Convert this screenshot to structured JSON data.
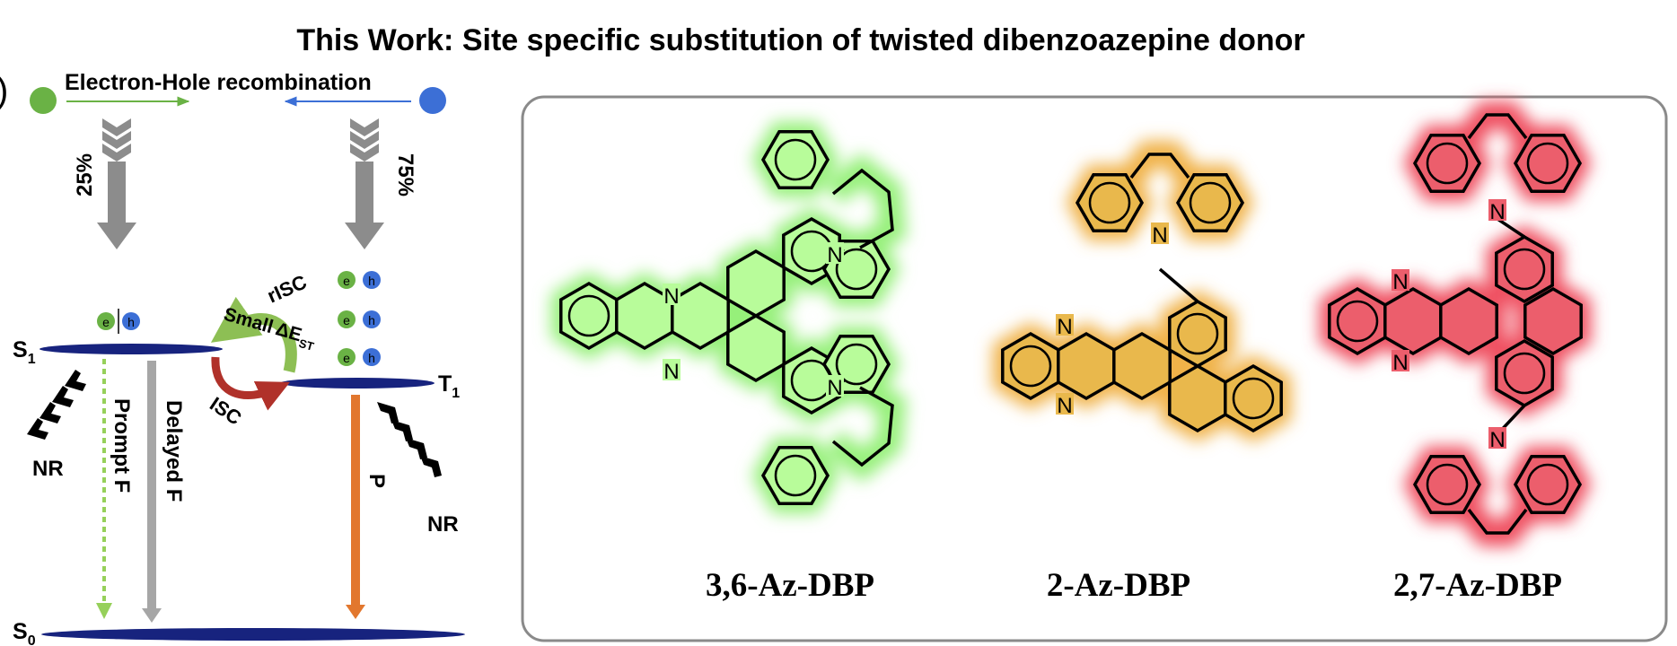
{
  "title": "This Work: Site specific substitution of twisted dibenzoazepine donor",
  "panel_marker": ")",
  "left_diagram": {
    "recombination_label": "Electron-Hole recombination",
    "singlet_percent": "25%",
    "triplet_percent": "75%",
    "s1_label": "S",
    "s1_sub": "1",
    "t1_label": "T",
    "t1_sub": "1",
    "s0_label": "S",
    "s0_sub": "0",
    "risc_label": "rISC",
    "small_label": "Small",
    "delta_e_label": "ΔE",
    "delta_e_sub": "ST",
    "isc_label": "ISC",
    "nr_left_label": "NR",
    "nr_right_label": "NR",
    "prompt_f_label": "Prompt F",
    "delayed_f_label": "Delayed F",
    "p_label": "P",
    "electron_letter": "e",
    "hole_letter": "h"
  },
  "molecules": [
    {
      "name": "3,6-Az-DBP",
      "glow_color": "#96f07a",
      "fill_color": "#b8fc9a"
    },
    {
      "name": "2-Az-DBP",
      "glow_color": "#f0b24a",
      "fill_color": "#e9b84c"
    },
    {
      "name": "2,7-Az-DBP",
      "glow_color": "#ef5060",
      "fill_color": "#ec5e6c"
    }
  ],
  "atom_label": {
    "nitrogen": "N"
  },
  "colors": {
    "level_blue": "#17237e",
    "electron_green": "#6ab245",
    "hole_blue": "#3c6fd6",
    "prompt_arrow": "#96d05a",
    "delayed_arrow": "#a6a6a6",
    "phos_arrow": "#e2772e",
    "risc_arrow": "#8dbf54",
    "isc_arrow": "#b0312a"
  }
}
